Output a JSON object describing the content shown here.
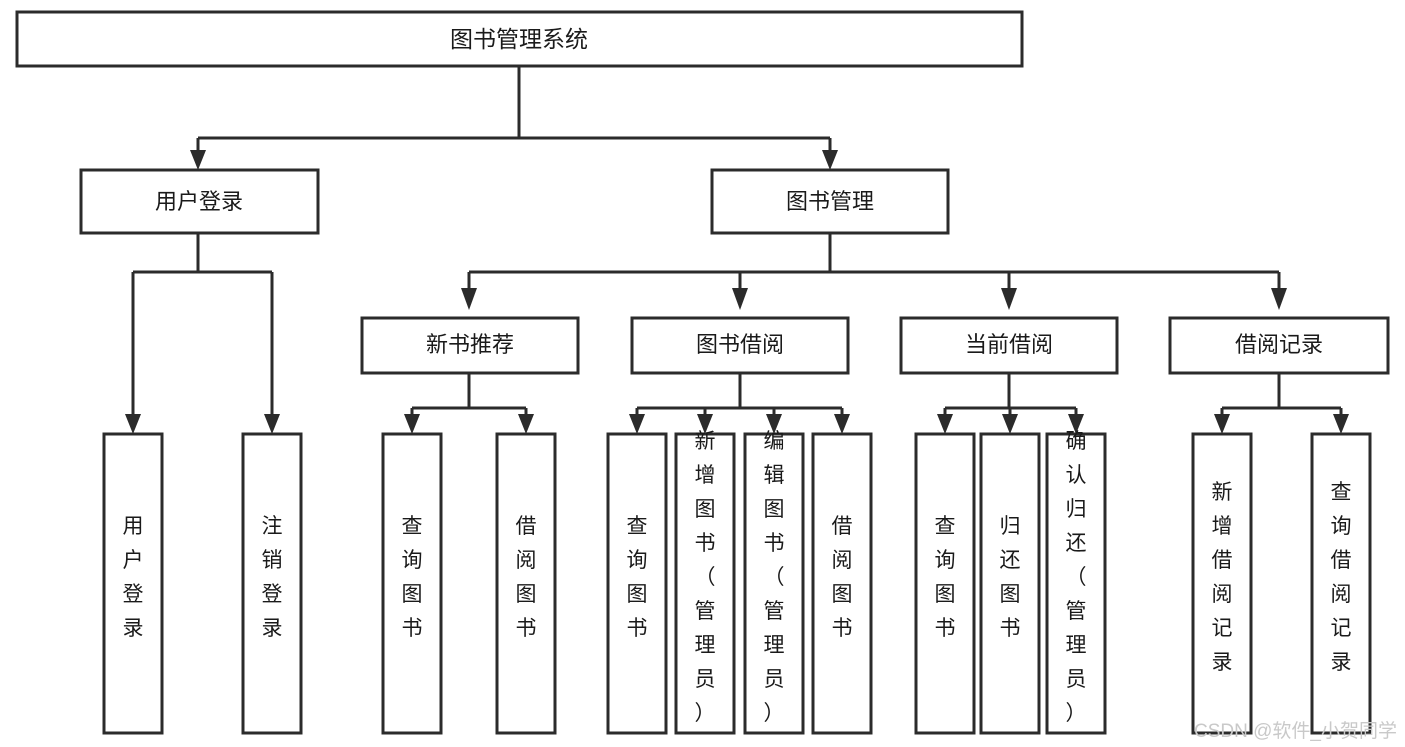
{
  "diagram": {
    "title": "图书管理系统",
    "watermark": "CSDN @软件_小贺同学",
    "root": {
      "id": "root",
      "label": "图书管理系统"
    },
    "level2": [
      {
        "id": "user-login",
        "label": "用户登录"
      },
      {
        "id": "book-manage",
        "label": "图书管理"
      }
    ],
    "level3": [
      {
        "id": "new-book-rec",
        "label": "新书推荐"
      },
      {
        "id": "book-borrow",
        "label": "图书借阅"
      },
      {
        "id": "current-borrow",
        "label": "当前借阅"
      },
      {
        "id": "borrow-record",
        "label": "借阅记录"
      }
    ],
    "leaves": {
      "user_login": [
        {
          "id": "leaf-user-login",
          "label": "用户登录"
        },
        {
          "id": "leaf-logout",
          "label": "注销登录"
        }
      ],
      "new_book_rec": [
        {
          "id": "leaf-query-book-1",
          "label": "查询图书"
        },
        {
          "id": "leaf-borrow-book-1",
          "label": "借阅图书"
        }
      ],
      "book_borrow": [
        {
          "id": "leaf-query-book-2",
          "label": "查询图书"
        },
        {
          "id": "leaf-add-book",
          "label": "新增图书（管理员）"
        },
        {
          "id": "leaf-edit-book",
          "label": "编辑图书（管理员）"
        },
        {
          "id": "leaf-borrow-book-2",
          "label": "借阅图书"
        }
      ],
      "current_borrow": [
        {
          "id": "leaf-query-book-3",
          "label": "查询图书"
        },
        {
          "id": "leaf-return-book",
          "label": "归还图书"
        },
        {
          "id": "leaf-confirm-return",
          "label": "确认归还（管理员）"
        }
      ],
      "borrow_record": [
        {
          "id": "leaf-add-record",
          "label": "新增借阅记录"
        },
        {
          "id": "leaf-query-record",
          "label": "查询借阅记录"
        }
      ]
    },
    "colors": {
      "stroke": "#2b2b2b",
      "fill": "#ffffff",
      "text": "#1a1a1a",
      "watermark": "#c9c9c9",
      "background": "#ffffff"
    }
  }
}
